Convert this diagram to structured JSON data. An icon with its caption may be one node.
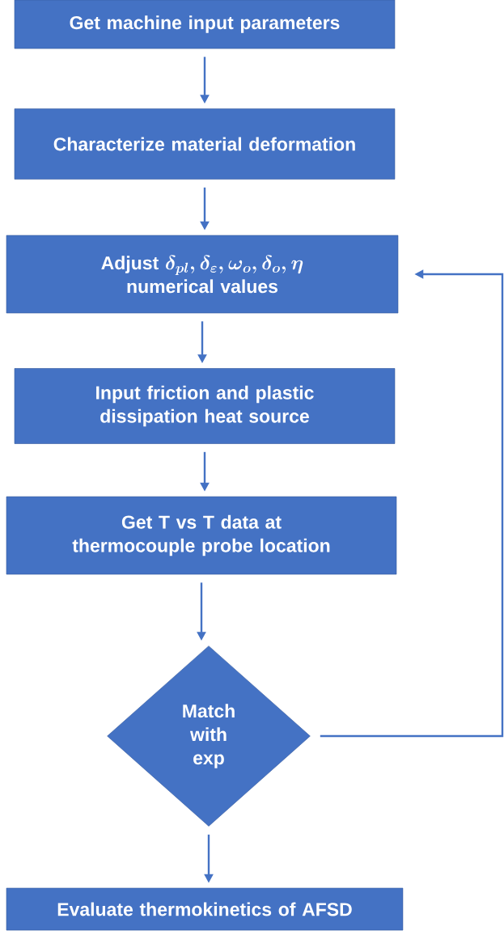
{
  "diagram": {
    "nodes": [
      {
        "text": [
          "Get machine input parameters"
        ]
      },
      {
        "text": [
          "Characterize material deformation"
        ]
      },
      {
        "text": [
          "Adjust",
          "\\delta_{pl}, \\delta_{\\varepsilon}, \\omega_{o}, \\delta_{o}, \\eta",
          "numerical values"
        ]
      },
      {
        "text": [
          "Input friction and plastic dissipation heat source"
        ]
      },
      {
        "text": [
          "Get T vs T data at thermocouple probe location"
        ]
      },
      {
        "text": [
          "Match with exp"
        ]
      },
      {
        "text": [
          "Evaluate thermokinetics of AFSD"
        ]
      }
    ],
    "edges": [
      {
        "from": 0,
        "to": 1,
        "arrow": "to"
      },
      {
        "from": 1,
        "to": 2,
        "arrow": "to"
      },
      {
        "from": 2,
        "to": 3,
        "arrow": "to"
      },
      {
        "from": 3,
        "to": 4,
        "arrow": "to"
      },
      {
        "from": 4,
        "to": 5,
        "arrow": "to"
      },
      {
        "from": 5,
        "to": 6,
        "arrow": "to"
      },
      {
        "from": 5,
        "to": 2,
        "arrow": "to"
      }
    ]
  }
}
